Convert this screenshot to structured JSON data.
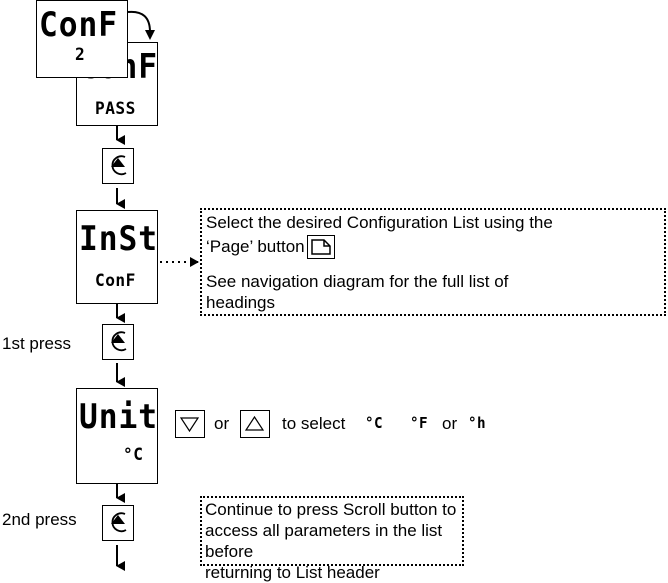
{
  "top_display": {
    "front_line1": "ConF",
    "front_line2": "2",
    "back_line1": "ConF",
    "back_line2": "PASS"
  },
  "inst_display": {
    "line1": "InSt",
    "line2": "ConF"
  },
  "unit_display": {
    "line1": "Unit",
    "line2": "°C"
  },
  "press_labels": {
    "first": "1st press",
    "second": "2nd press"
  },
  "note_top": {
    "line1": "Select the desired Configuration List using the",
    "line2": "‘Page’ button",
    "line3": "See navigation diagram for the full  list of",
    "line4": "headings"
  },
  "unit_row": {
    "or1": "or",
    "to_select": "to select",
    "opt_c": "°C",
    "opt_f": "°F",
    "or2": "or",
    "opt_h": "°h"
  },
  "note_bottom": {
    "line1": "Continue to press Scroll button to",
    "line2": "access all parameters in the list before",
    "line3": "returning to List header"
  },
  "icons": [
    "scroll-button-icon",
    "page-button-icon",
    "down-arrow-button-icon",
    "up-arrow-button-icon"
  ]
}
